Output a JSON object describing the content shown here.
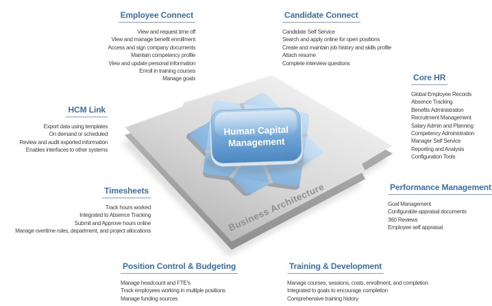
{
  "colors": {
    "heading": "#3a6ea5",
    "rule": "#8c9aa8",
    "body_text": "#3e3e3e",
    "star_light": "#d9eaf8",
    "star_mid": "#a9c9e7",
    "star_deep": "#79aad8",
    "box_light": "#aecfeb",
    "box_mid": "#78abda",
    "box_deep": "#4b87c0",
    "platform_light": "#f5f5f5",
    "platform_mid": "#d8d8d8",
    "platform_dark": "#b3b3b3",
    "label_gray": "#8f8f8f"
  },
  "center": {
    "title_line1": "Human Capital",
    "title_line2": "Management",
    "platform_label": "Business Architecture"
  },
  "sections": {
    "employee_connect": {
      "title": "Employee Connect",
      "items": [
        "View and request time off",
        "View and manage benefit enrollment",
        "Access and sign company documents",
        "Maintain competency profile",
        "View and update personal information",
        "Enroll in training courses",
        "Manage goals"
      ]
    },
    "candidate_connect": {
      "title": "Candidate Connect",
      "items": [
        "Candidate Self Service",
        "Search and apply online for open positions",
        "Create and maintain job history and skills profile",
        "Attach resume",
        "Complete interview questions"
      ]
    },
    "core_hr": {
      "title": "Core HR",
      "items": [
        "Global Employee Records",
        "Absence Tracking",
        "Benefits Administration",
        "Recruitment Management",
        "Salary Admin and Planning",
        "Competency Administration",
        "Manager Self Service",
        "Reporting and Analysis",
        "Configuration Tools"
      ]
    },
    "hcm_link": {
      "title": "HCM Link",
      "items": [
        "Export data using templates",
        "On demand or scheduled",
        "Review and audit exported information",
        "Enables interfaces to other systems"
      ]
    },
    "timesheets": {
      "title": "Timesheets",
      "items": [
        "Track hours worked",
        "Integrated to Absence Tracking",
        "Submit and Approve hours online",
        "Manage overtime rules, department, and project allocations"
      ]
    },
    "performance_management": {
      "title": "Performance Management",
      "items": [
        "Goal Management",
        "Configurable appraisal documents",
        "360 Reviews",
        "Employee self appraisal"
      ]
    },
    "position_control": {
      "title": "Position Control & Budgeting",
      "items": [
        "Manage headcount and FTE's",
        "Track employees working in multiple positions",
        "Manage funding sources"
      ]
    },
    "training_development": {
      "title": "Training & Development",
      "items": [
        "Manage courses, sessions, costs, enrollment, and completion",
        "Integrated to goals to encourage completion",
        "Comprehensive training history"
      ]
    }
  }
}
